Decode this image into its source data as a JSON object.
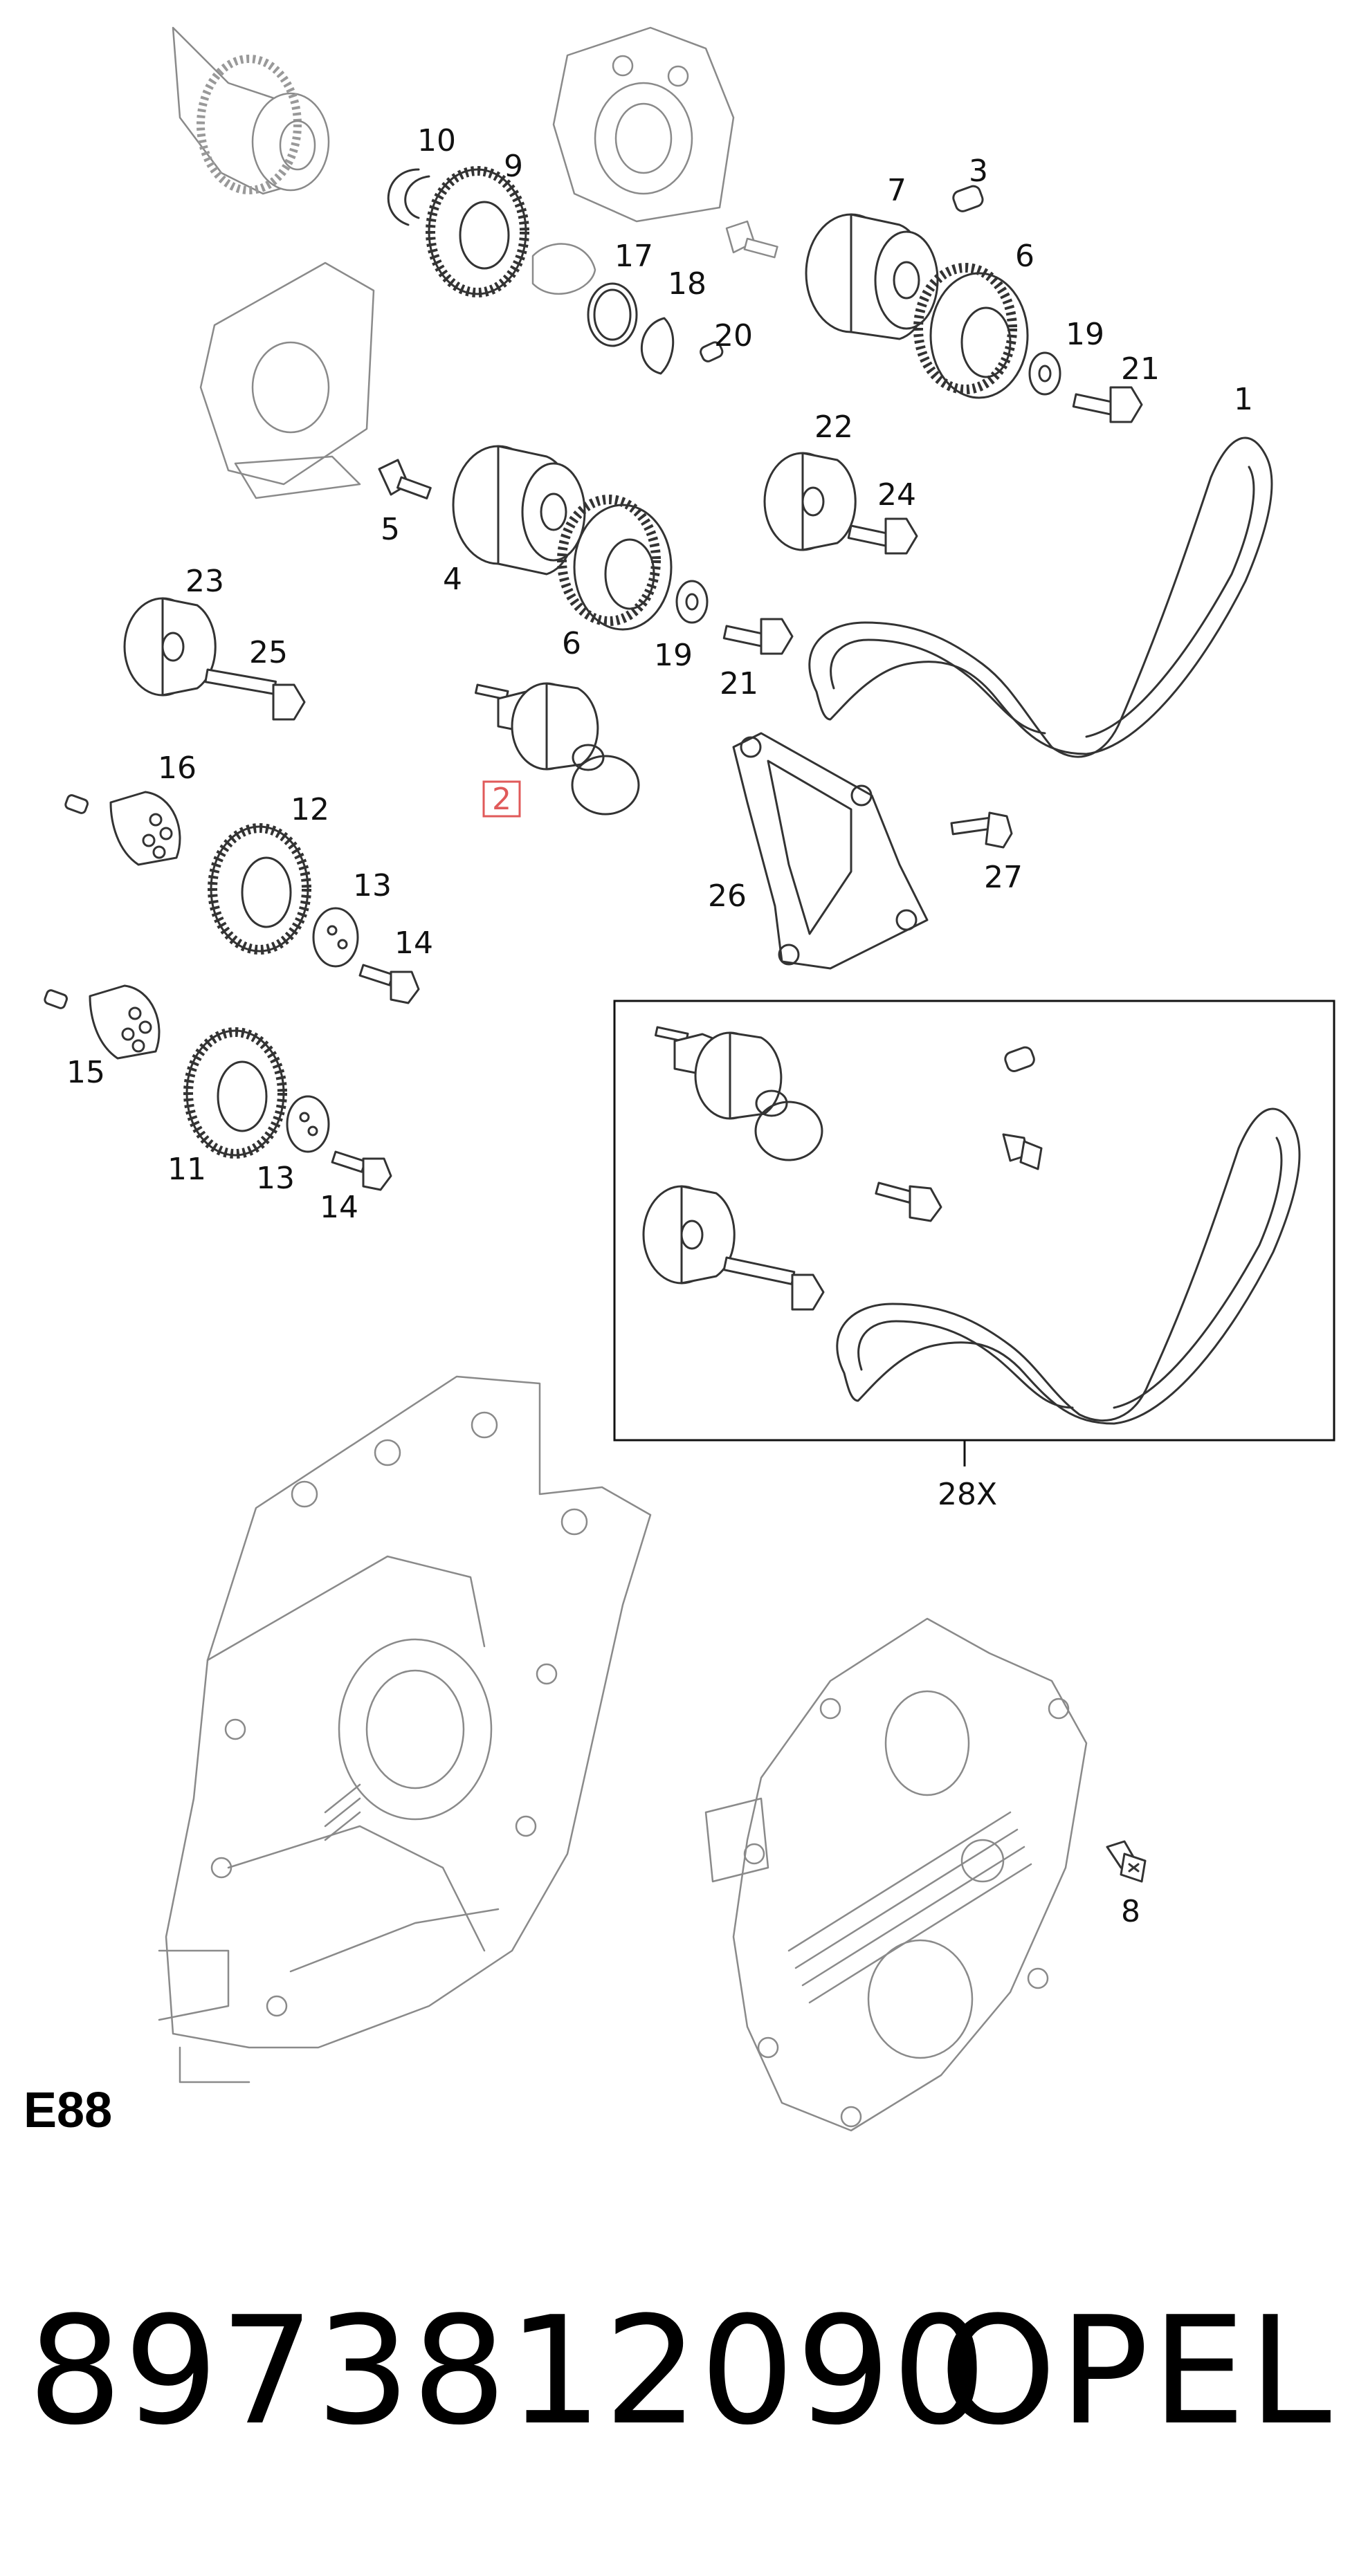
{
  "callouts": {
    "c1": "1",
    "c2": "2",
    "c3": "3",
    "c4": "4",
    "c5": "5",
    "c6a": "6",
    "c6b": "6",
    "c7": "7",
    "c8": "8",
    "c9": "9",
    "c10": "10",
    "c11": "11",
    "c12": "12",
    "c13a": "13",
    "c13b": "13",
    "c14a": "14",
    "c14b": "14",
    "c15": "15",
    "c16": "16",
    "c17": "17",
    "c18": "18",
    "c19a": "19",
    "c19b": "19",
    "c20": "20",
    "c21a": "21",
    "c21b": "21",
    "c22": "22",
    "c23": "23",
    "c24": "24",
    "c25": "25",
    "c26": "26",
    "c27": "27",
    "c28x": "28X"
  },
  "highlighted_part": "2",
  "highlight_color": "#e05a5a",
  "page_code": "E88",
  "part_number": "8973812090",
  "brand": "OPEL"
}
